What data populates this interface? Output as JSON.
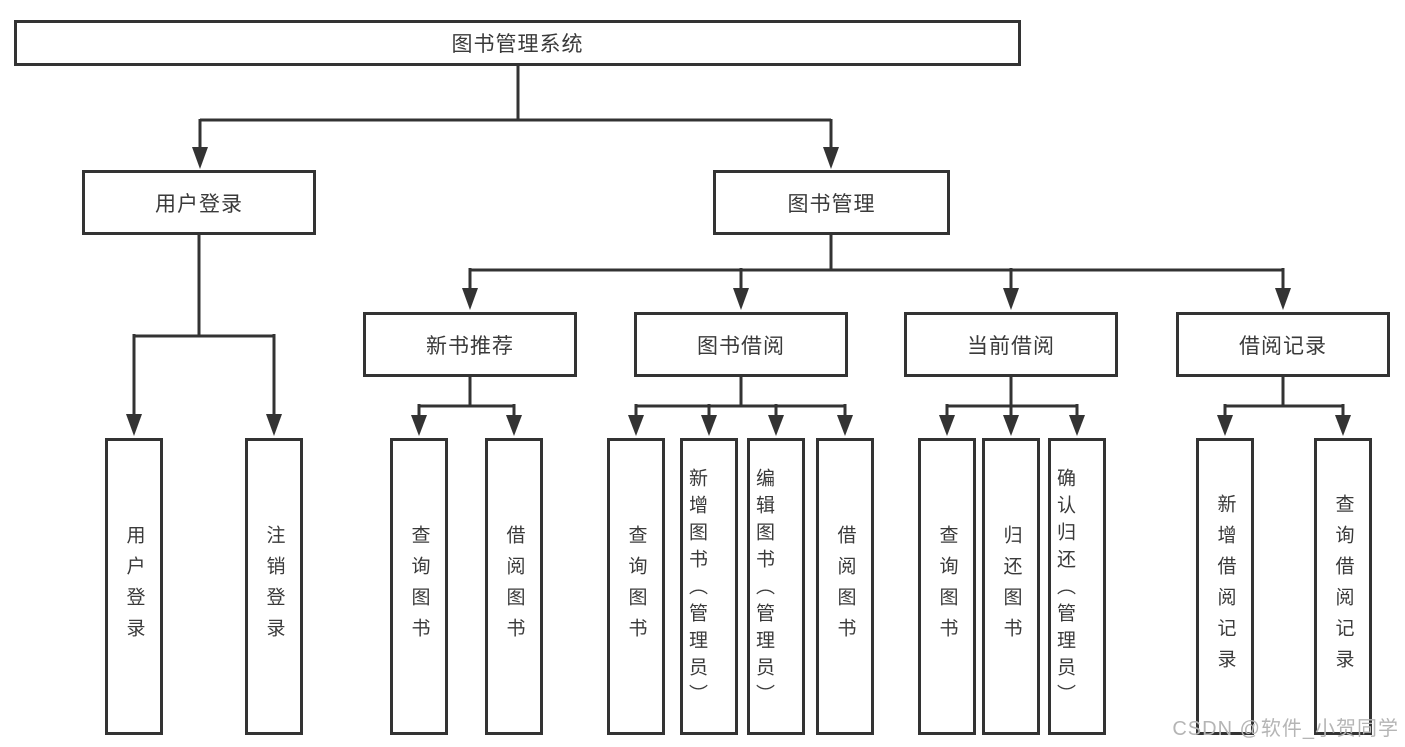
{
  "diagram": {
    "title": "图书管理系统",
    "level2": {
      "user_login": "用户登录",
      "book_mgmt": "图书管理"
    },
    "level3": {
      "new_book_recommend": "新书推荐",
      "book_borrow": "图书借阅",
      "current_borrow": "当前借阅",
      "borrow_record": "借阅记录"
    },
    "leaves": {
      "user_login_group": [
        "用户登录",
        "注销登录"
      ],
      "new_book_group": [
        "查询图书",
        "借阅图书"
      ],
      "book_borrow_group": [
        "查询图书",
        "新增图书（管理员）",
        "编辑图书（管理员）",
        "借阅图书"
      ],
      "current_borrow_group": [
        "查询图书",
        "归还图书",
        "确认归还（管理员）"
      ],
      "borrow_record_group": [
        "新增借阅记录",
        "查询借阅记录"
      ]
    }
  },
  "watermark": "CSDN @软件_小贺同学",
  "colors": {
    "line": "#333333",
    "text": "#3a3a3a",
    "watermark": "#b5b5b5",
    "background": "#ffffff"
  }
}
